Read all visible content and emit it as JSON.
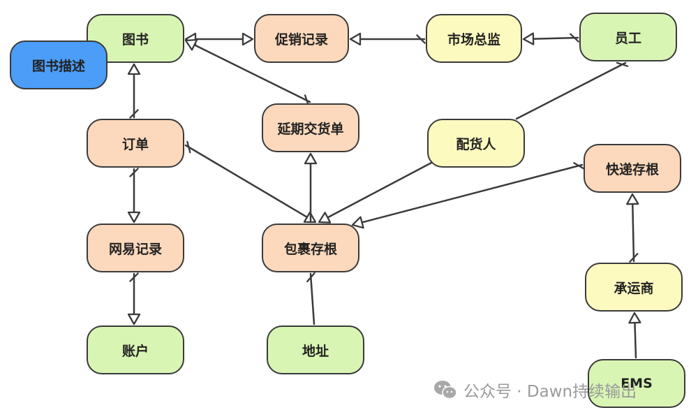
{
  "colors": {
    "green": "#d9f5b4",
    "peach": "#fcd9bc",
    "yellow": "#fdfac0",
    "blue": "#4b9df7",
    "stroke": "#3a3a3a"
  },
  "nodes": {
    "book": {
      "label": "图书",
      "color": "green"
    },
    "book_desc": {
      "label": "图书描述",
      "color": "blue"
    },
    "promo_record": {
      "label": "促销记录",
      "color": "peach"
    },
    "market_director": {
      "label": "市场总监",
      "color": "yellow"
    },
    "employee": {
      "label": "员工",
      "color": "green"
    },
    "order": {
      "label": "订单",
      "color": "peach"
    },
    "backorder": {
      "label": "延期交货单",
      "color": "peach"
    },
    "distributor": {
      "label": "配货人",
      "color": "yellow"
    },
    "express_stub": {
      "label": "快递存根",
      "color": "peach"
    },
    "netease_record": {
      "label": "网易记录",
      "color": "peach"
    },
    "parcel_stub": {
      "label": "包裹存根",
      "color": "peach"
    },
    "carrier": {
      "label": "承运商",
      "color": "yellow"
    },
    "account": {
      "label": "账户",
      "color": "green"
    },
    "address": {
      "label": "地址",
      "color": "green"
    },
    "ems": {
      "label": "EMS",
      "color": "green"
    }
  },
  "watermark": {
    "text": "公众号 · Dawn持续输出",
    "icon": "wechat-icon"
  }
}
